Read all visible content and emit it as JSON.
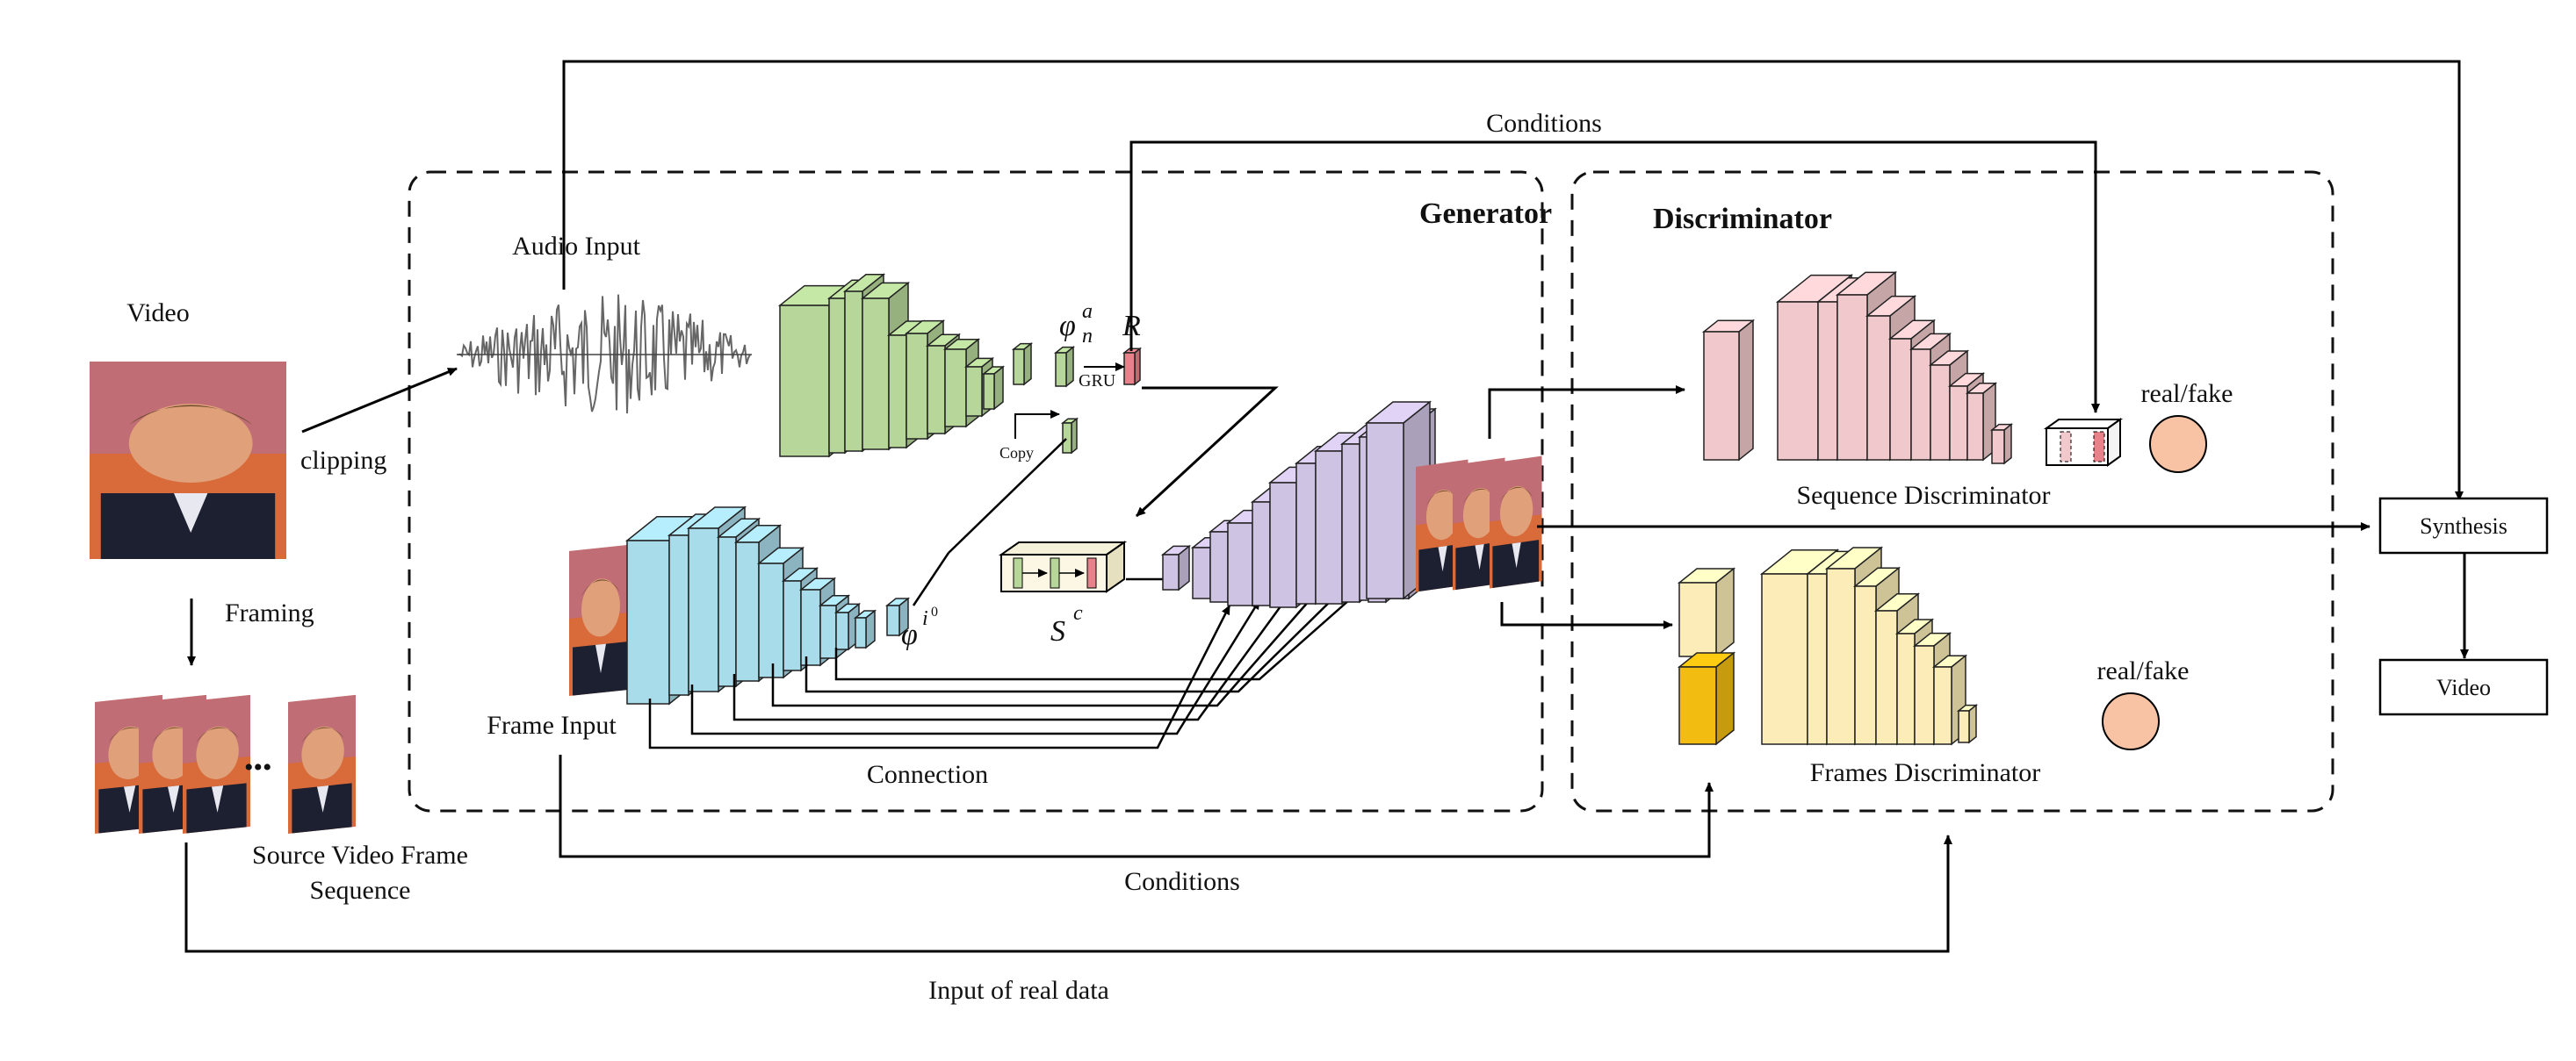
{
  "labels": {
    "video": "Video",
    "clipping": "clipping",
    "framing": "Framing",
    "ellipsis": "•••",
    "source_seq": "Source Video Frame",
    "source_seq_2": "Sequence",
    "audio_input": "Audio Input",
    "frame_input": "Frame Input",
    "generator": "Generator",
    "discriminator": "Discriminator",
    "phi_a": "φ",
    "phi_a_sup": "a",
    "phi_a_sub": "n",
    "R": "R",
    "GRU": "GRU",
    "copy": "Copy",
    "phi_i": "φ",
    "phi_i_sup": "i",
    "phi_i_sup0": "0",
    "S": "S",
    "S_sup": "c",
    "connection": "Connection",
    "conditions_top": "Conditions",
    "conditions_bottom": "Conditions",
    "seq_disc": "Sequence Discriminator",
    "frames_disc": "Frames Discriminator",
    "real_fake_1": "real/fake",
    "real_fake_2": "real/fake",
    "synthesis": "Synthesis",
    "video_out": "Video",
    "input_real": "Input of real data"
  },
  "colors": {
    "audio_encoder": "#b7d79a",
    "frame_encoder": "#a9dcea",
    "decoder": "#cfc3e3",
    "seq_disc": "#f1c9cc",
    "frames_disc": "#fbecb8",
    "frames_disc_accent": "#f2bd10",
    "output_circle": "#f7c3a4",
    "R_block": "#e8828a"
  }
}
